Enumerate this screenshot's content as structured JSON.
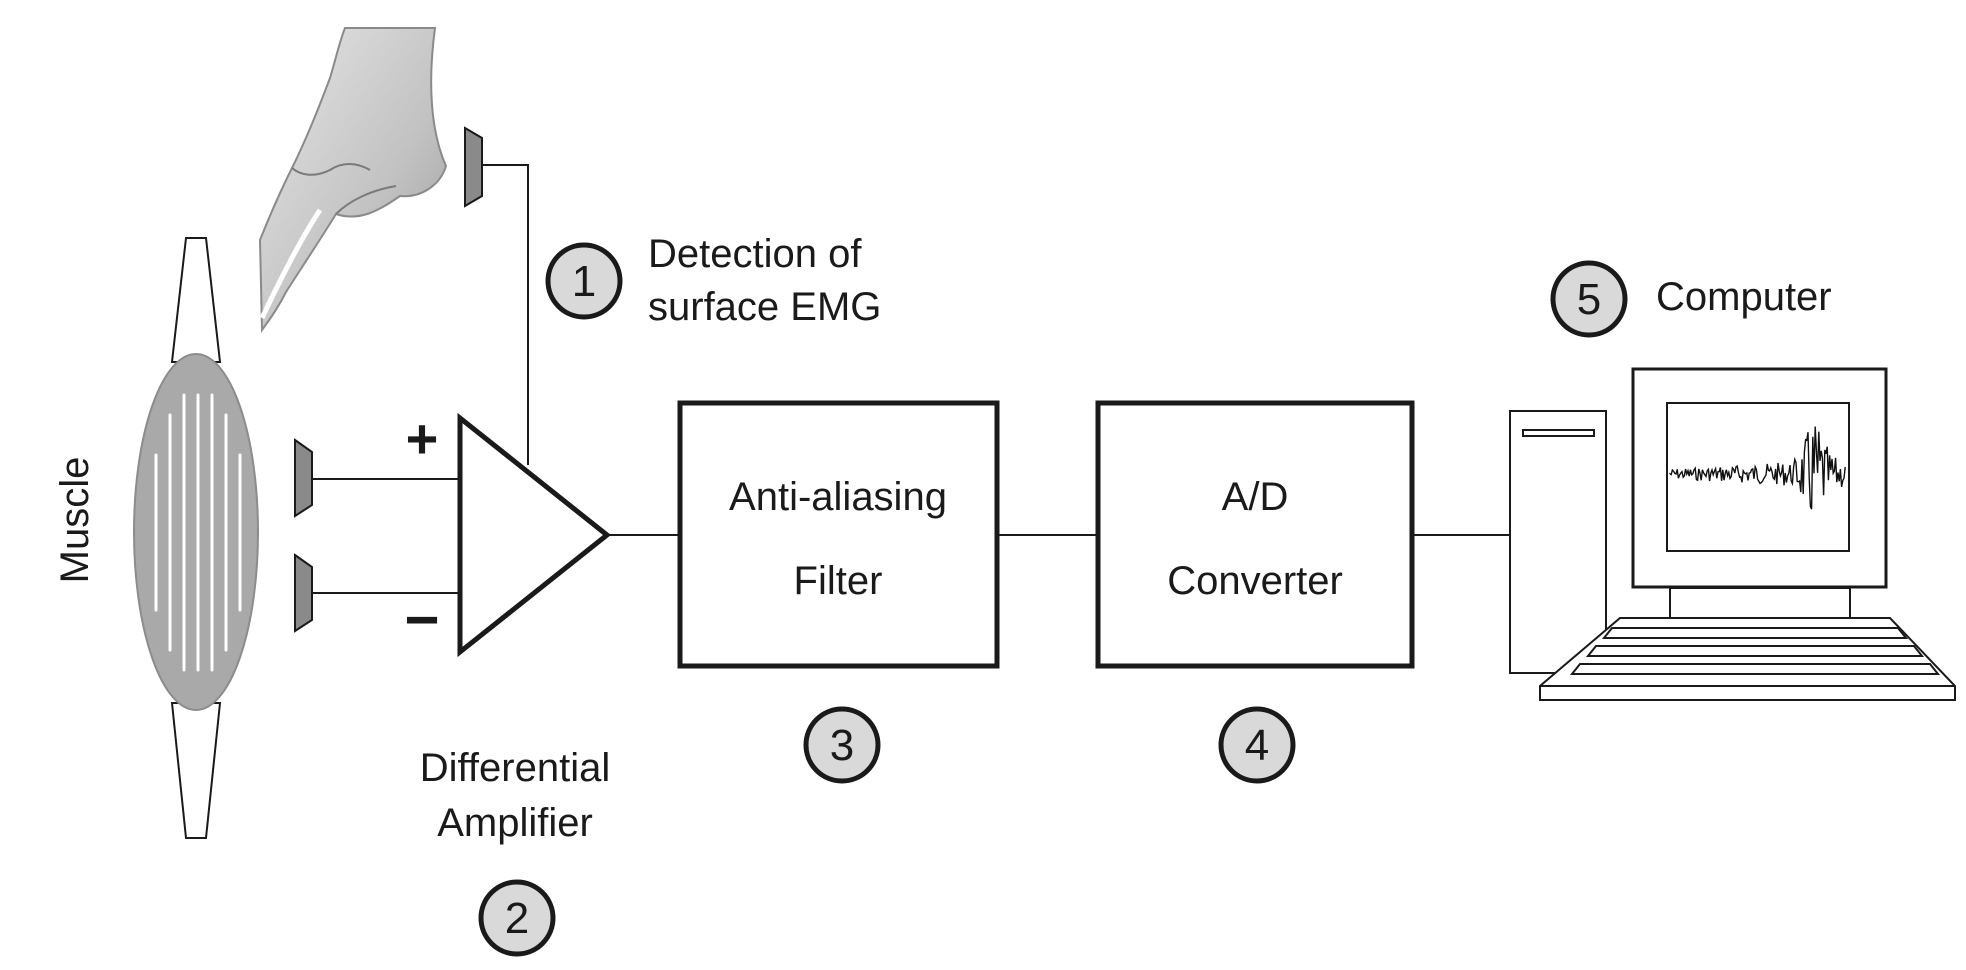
{
  "labels": {
    "muscle": "Muscle",
    "plus": "+",
    "minus": "−",
    "detection_line1": "Detection of",
    "detection_line2": "surface EMG",
    "amplifier_line1": "Differential",
    "amplifier_line2": "Amplifier",
    "filter_line1": "Anti-aliasing",
    "filter_line2": "Filter",
    "adc_line1": "A/D",
    "adc_line2": "Converter",
    "computer": "Computer"
  },
  "steps": {
    "detection": "1",
    "amplifier": "2",
    "filter": "3",
    "adc": "4",
    "computer": "5"
  },
  "colors": {
    "stroke": "#1a1a1a",
    "muscle_fill": "#a9a9a9",
    "electrode_fill": "#8a8a8a",
    "step_fill": "#d9d9d9",
    "bone_fill": "#c8c8c8"
  }
}
